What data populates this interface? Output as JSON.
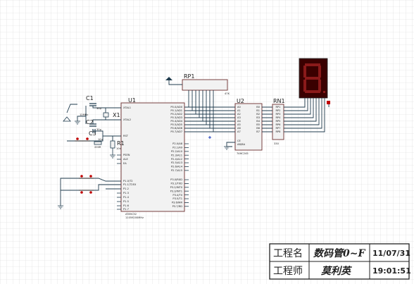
{
  "components": {
    "u1": {
      "ref": "U1",
      "part": "AT89C52",
      "sub": "11059200MHz",
      "left_pins": [
        "XTAL1",
        "XTAL2",
        "RST",
        "PSEN",
        "ALE",
        "EA",
        "P1.0/T2",
        "P1.1/T2EX",
        "P1.2",
        "P1.3",
        "P1.4",
        "P1.5",
        "P1.6",
        "P1.7"
      ],
      "right_pins": [
        "P0.0/AD0",
        "P0.1/AD1",
        "P0.2/AD2",
        "P0.3/AD3",
        "P0.4/AD4",
        "P0.5/AD5",
        "P0.6/AD6",
        "P0.7/AD7",
        "P2.0/A8",
        "P2.1/A9",
        "P2.2/A10",
        "P2.3/A11",
        "P2.4/A12",
        "P2.5/A13",
        "P2.6/A14",
        "P2.7/A15",
        "P3.0/RXD",
        "P3.1/TXD",
        "P3.2/INT0",
        "P3.3/INT1",
        "P3.4/T0",
        "P3.5/T1",
        "P3.6/WR",
        "P3.7/RD"
      ]
    },
    "u2": {
      "ref": "U2",
      "part": "74HC245",
      "left_pins": [
        "A0",
        "A1",
        "A2",
        "A3",
        "A4",
        "A5",
        "A6",
        "A7",
        "CE",
        "AB/BA"
      ],
      "right_pins": [
        "B0",
        "B1",
        "B2",
        "B3",
        "B4",
        "B5",
        "B6",
        "B7"
      ]
    },
    "rp1": {
      "ref": "RP1",
      "note": "47K"
    },
    "rn1": {
      "ref": "RN1",
      "pins": [
        "RP1",
        "RP2",
        "RP3",
        "RP4",
        "RP5",
        "RP6",
        "RP7",
        "RP8"
      ],
      "note": "330"
    },
    "c1": {
      "ref": "C1",
      "value": "30p"
    },
    "c2": {
      "ref": "C2",
      "value": "30p"
    },
    "c3": {
      "ref": "C3",
      "value": "10u"
    },
    "x1": {
      "ref": "X1",
      "value": "12MHz"
    },
    "r1": {
      "ref": "R1",
      "value": "10k"
    },
    "r2": {
      "value": "200R"
    }
  },
  "title_block": {
    "project_label": "工程名",
    "project_value": "数码管0~F",
    "engineer_label": "工程师",
    "engineer_value": "莫利英",
    "date": "11/07/31",
    "time": "19:01:51"
  },
  "colors": {
    "grid": "#d7d7d7",
    "wire": "#1f3b4d",
    "chip_border": "#6b2d2d",
    "chip_fill": "#f2f2f2",
    "display_body": "#3a0000",
    "segment_dim": "#8a1a1a",
    "pin_label": "#c00000",
    "button_red": "#c00000"
  }
}
